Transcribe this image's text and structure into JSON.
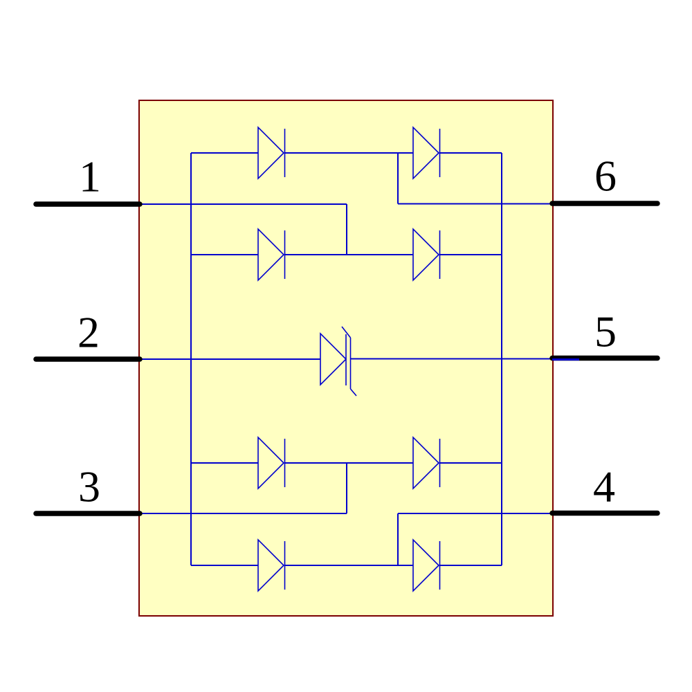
{
  "figure": {
    "kind": "circuit-schematic-symbol",
    "symbols": {
      "rectifier_diodes": 8,
      "zener_diode": 1
    }
  },
  "colors": {
    "background": "#FFFFFF",
    "body_fill": "#FFFFC2",
    "body_border": "#7B0000",
    "wire": "#0000CD",
    "pin": "#000000",
    "label": "#000000"
  },
  "pins": {
    "left": [
      {
        "number": "1"
      },
      {
        "number": "2"
      },
      {
        "number": "3"
      }
    ],
    "right": [
      {
        "number": "6"
      },
      {
        "number": "5"
      },
      {
        "number": "4"
      }
    ]
  }
}
